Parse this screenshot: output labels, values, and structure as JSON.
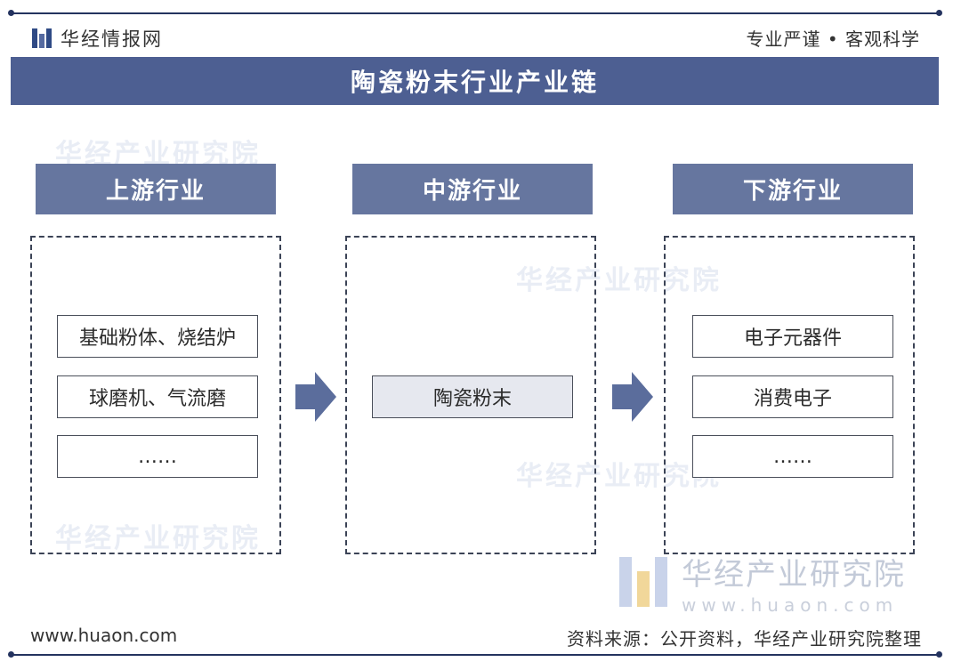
{
  "header": {
    "logo_text": "华经情报网",
    "tagline": "专业严谨 • 客观科学"
  },
  "title": "陶瓷粉末行业产业链",
  "stages": [
    {
      "heading": "上游行业",
      "items": [
        "基础粉体、烧结炉",
        "球磨机、气流磨",
        "……"
      ]
    },
    {
      "heading": "中游行业",
      "items": [
        "陶瓷粉末"
      ]
    },
    {
      "heading": "下游行业",
      "items": [
        "电子元器件",
        "消费电子",
        "……"
      ]
    }
  ],
  "watermark": {
    "name": "华经产业研究院",
    "url": "www.huaon.com"
  },
  "footer": {
    "url": "www.huaon.com",
    "source": "资料来源：公开资料，华经产业研究院整理"
  },
  "colors": {
    "frame": "#24335f",
    "title_bar": "#4d5f92",
    "stage_header": "#66769f",
    "arrow": "#5b6d9c",
    "center_item_fill": "#e6e8ef"
  },
  "icons": [
    "logo-bars-icon",
    "arrow-right-icon"
  ]
}
